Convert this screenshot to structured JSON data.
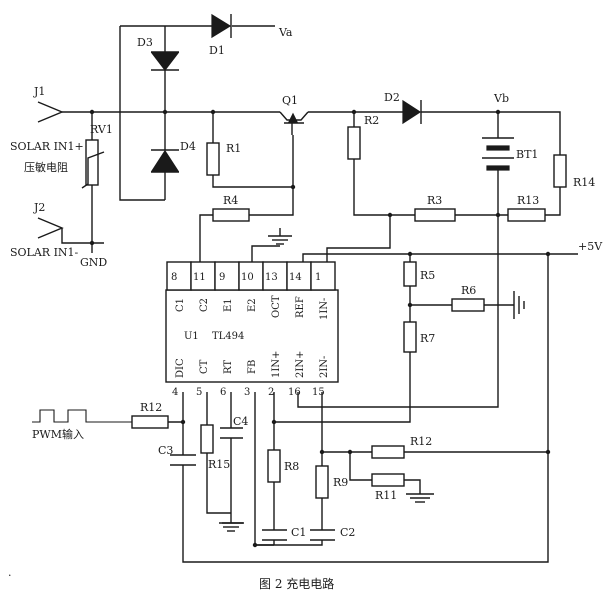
{
  "labels": {
    "d1": "D1",
    "va": "Va",
    "d3": "D3",
    "d4": "D4",
    "j1": "J1",
    "solar_in1p": "SOLAR IN1+",
    "rv1": "RV1",
    "varistor": "压敏电阻",
    "r1": "R1",
    "q1": "Q1",
    "r2": "R2",
    "d2": "D2",
    "vb": "Vb",
    "bt1": "BT1",
    "r14": "R14",
    "r4": "R4",
    "r3": "R3",
    "r13": "R13",
    "plus5v": "+5V",
    "j2": "J2",
    "solar_in1m": "SOLAR IN1-",
    "gnd": "GND",
    "r5": "R5",
    "r6": "R6",
    "r7": "R7",
    "u1": "U1",
    "tl494": "TL494",
    "pwm_in": "PWM输入",
    "r12a": "R12",
    "c3": "C3",
    "c4": "C4",
    "r15": "R15",
    "r8": "R8",
    "r9": "R9",
    "r12b": "R12",
    "r11": "R11",
    "c1": "C1",
    "c2": "C2"
  },
  "chip": {
    "top_pin_numbers": [
      "8",
      "11",
      "9",
      "10",
      "13",
      "14",
      "1"
    ],
    "top_pin_names": [
      "C1",
      "C2",
      "E1",
      "E2",
      "OCT",
      "REF",
      "1IN-"
    ],
    "bottom_pin_numbers": [
      "4",
      "5",
      "6",
      "3",
      "2",
      "16",
      "15"
    ],
    "bottom_pin_names": [
      "DIC",
      "CT",
      "RT",
      "FB",
      "1IN+",
      "2IN+",
      "2IN-"
    ]
  },
  "caption": "图 2   充电电路",
  "corner_mark": "."
}
